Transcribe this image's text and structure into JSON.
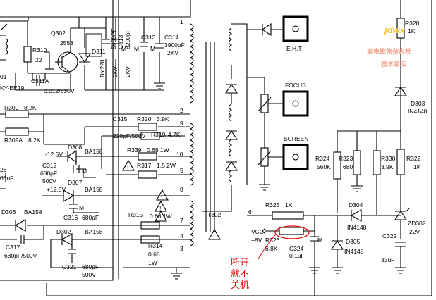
{
  "labels": {
    "q302": "Q302",
    "q302_part": "2553",
    "r310": "R310",
    "r310_val": "22",
    "c311a": "C311A",
    "c311a_val": "0.012/630V",
    "ky": "KY-EE19",
    "n01": "01",
    "d311": "D311",
    "d311_part": "BY228",
    "c312v": "5600PF",
    "c313v": "C313",
    "c313_val": "8200pF",
    "kv2a": "2KV",
    "kv2b": "2KV",
    "m_a": "M",
    "m_b": "M",
    "m_c": "M",
    "c313": "C313",
    "c314": "C314",
    "c314_v": "3900pF",
    "c314_kv": "2KV",
    "pin1": "1",
    "pin2": "2",
    "pin9": "9",
    "pin10": "10",
    "pin5": "5",
    "pin8": "8",
    "pin7": "7",
    "pin4": "4",
    "pin3": "3",
    "pin6": "6",
    "r309": "R309",
    "r309_val": "8.2K",
    "r309a": "R309A",
    "r309a_val": "8.2K",
    "c315": "C315",
    "c315_val": "220pF/500V",
    "r320": "R320",
    "r320_val": "3.9K",
    "r319": "R319",
    "r319_val": "4.7K",
    "d308": "D308",
    "d308_part": "BA158",
    "neg12": "-12.5V",
    "r339": "R339",
    "r339_val": "0.68  1W",
    "c312": "C312",
    "c312_val": "680pF",
    "c312_v": "500V",
    "r317": "R317",
    "r317_val": "1.5  2W",
    "n26": "26",
    "n00uf": "00uF",
    "d307": "D307",
    "d307_part": "BA158",
    "pos12": "+12.5V",
    "m_d": "M",
    "m_e": "M",
    "c316": "C316",
    "c316_val": "680pF",
    "d306": "D306",
    "d306_part": "BA158",
    "r315": "R315",
    "r315_val": "0.68  1W",
    "c317": "C317",
    "c317_val": "680pF/500V",
    "d302": "D302",
    "d302_part": "BA158",
    "r314": "R314",
    "r314_val": "0.68",
    "r314_w": "1W",
    "c321": "C321",
    "c321_val": "680pF",
    "c321_v": "500V",
    "t302": "T302",
    "eht": "E.H.T",
    "focus": "FOCUS",
    "screen": "SCREEN",
    "r324": "R324",
    "r324_val": "560K",
    "r323": "R323",
    "r323_val": "680",
    "r330": "R330",
    "r330_val": "3.9K",
    "r322": "R322",
    "r322_val": "1K",
    "r328": "R328",
    "r328_val": "1K",
    "d303": "D303",
    "d303_part": "IN4148",
    "r325": "R325",
    "r325_val": "1K",
    "d304": "D304",
    "d304_part": "IN4148",
    "d305": "D305",
    "d305_part": "IN4148",
    "zd302": "ZD302",
    "zd302_val": "22V",
    "c322": "C322",
    "c322_val": "33uF",
    "c324": "C324",
    "c324_val": "0.1uF",
    "m_f": "M",
    "vcc": "VCC",
    "plus8": "+8V",
    "r326": "R326",
    "r326_val": "6.8K"
  },
  "annotation": {
    "line1": "断开",
    "line2": "就不",
    "line3": "关机"
  },
  "watermark": {
    "logo": "jdwx",
    "line1": "家电维修杂志社",
    "line2": "技术论坛"
  },
  "colors": {
    "ink": "#000000",
    "annotation": "#e60000",
    "watermark": "#f2a08a"
  }
}
